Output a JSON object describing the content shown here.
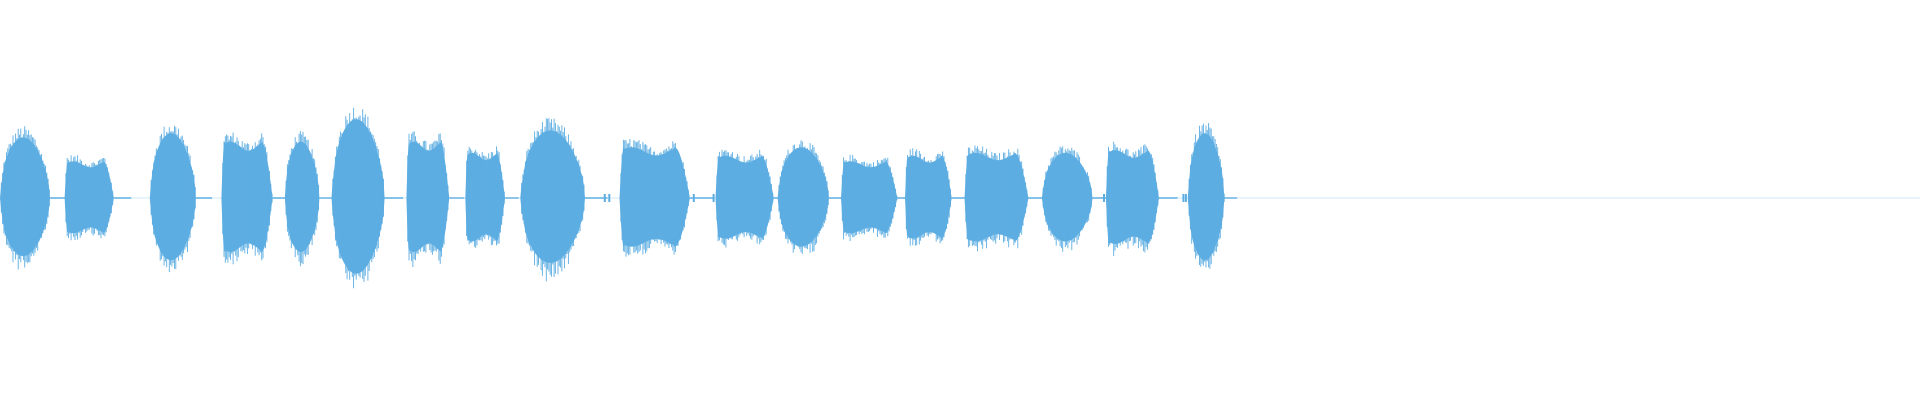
{
  "colors": {
    "waveform": "#5DADE2",
    "background": "#ffffff"
  },
  "chart_data": {
    "type": "area",
    "title": "",
    "xlabel": "",
    "ylabel": "",
    "grid": false,
    "legend": "none",
    "x_unit": "seconds",
    "duration": 30,
    "amplitude_range": [
      -1,
      1
    ],
    "segments": [
      {
        "start": 0.0,
        "end": 0.78,
        "peak": 0.43,
        "shape": "round"
      },
      {
        "start": 1.01,
        "end": 1.78,
        "peak": 0.26,
        "shape": "plateau"
      },
      {
        "start": 2.34,
        "end": 3.06,
        "peak": 0.46,
        "shape": "round"
      },
      {
        "start": 3.46,
        "end": 4.26,
        "peak": 0.4,
        "shape": "plateau"
      },
      {
        "start": 4.45,
        "end": 4.99,
        "peak": 0.4,
        "shape": "round"
      },
      {
        "start": 5.18,
        "end": 6.01,
        "peak": 0.56,
        "shape": "round"
      },
      {
        "start": 6.35,
        "end": 7.02,
        "peak": 0.4,
        "shape": "plateau"
      },
      {
        "start": 7.27,
        "end": 7.89,
        "peak": 0.32,
        "shape": "plateau"
      },
      {
        "start": 8.13,
        "end": 9.14,
        "peak": 0.48,
        "shape": "round"
      },
      {
        "start": 9.68,
        "end": 10.78,
        "peak": 0.36,
        "shape": "plateau"
      },
      {
        "start": 11.18,
        "end": 12.09,
        "peak": 0.3,
        "shape": "plateau"
      },
      {
        "start": 12.15,
        "end": 12.95,
        "peak": 0.36,
        "shape": "round"
      },
      {
        "start": 13.14,
        "end": 14.02,
        "peak": 0.26,
        "shape": "plateau"
      },
      {
        "start": 14.14,
        "end": 14.87,
        "peak": 0.3,
        "shape": "plateau"
      },
      {
        "start": 15.07,
        "end": 16.07,
        "peak": 0.32,
        "shape": "plateau"
      },
      {
        "start": 16.28,
        "end": 17.07,
        "peak": 0.32,
        "shape": "round"
      },
      {
        "start": 17.28,
        "end": 18.11,
        "peak": 0.34,
        "shape": "plateau"
      },
      {
        "start": 18.56,
        "end": 19.13,
        "peak": 0.46,
        "shape": "round"
      }
    ],
    "blips": [
      3.57,
      9.45,
      9.52,
      10.72,
      10.84,
      11.15,
      17.25,
      18.53,
      18.49
    ]
  }
}
